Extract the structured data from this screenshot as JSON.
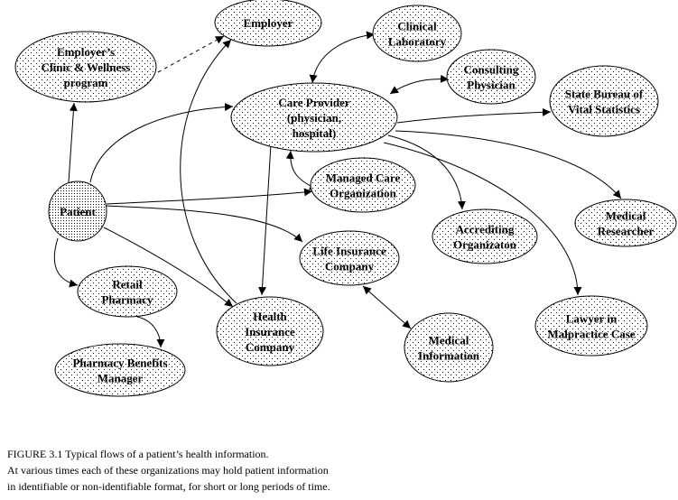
{
  "figure": {
    "nodes": [
      {
        "id": "employer-clinic",
        "lines": [
          "Employer’s",
          "Clinic & Wellness",
          "program"
        ]
      },
      {
        "id": "employer",
        "lines": [
          "Employer"
        ]
      },
      {
        "id": "clinical-lab",
        "lines": [
          "Clinical",
          "Laboratory"
        ]
      },
      {
        "id": "consulting-physician",
        "lines": [
          "Consulting",
          "Physician"
        ]
      },
      {
        "id": "state-bureau",
        "lines": [
          "State Bureau of",
          "Vital Statistics"
        ]
      },
      {
        "id": "care-provider",
        "lines": [
          "Care Provider",
          "(physician,",
          "hospital)"
        ]
      },
      {
        "id": "managed-care",
        "lines": [
          "Managed Care",
          "Organization"
        ]
      },
      {
        "id": "patient",
        "lines": [
          "Patient"
        ]
      },
      {
        "id": "accrediting",
        "lines": [
          "Accrediting",
          "Organizaton"
        ]
      },
      {
        "id": "medical-researcher",
        "lines": [
          "Medical",
          "Researcher"
        ]
      },
      {
        "id": "life-insurance",
        "lines": [
          "Life Insurance",
          "Company"
        ]
      },
      {
        "id": "retail-pharmacy",
        "lines": [
          "Retail",
          "Pharmacy"
        ]
      },
      {
        "id": "health-insurance",
        "lines": [
          "Health",
          "Insurance",
          "Company"
        ]
      },
      {
        "id": "medical-information",
        "lines": [
          "Medical",
          "Information"
        ]
      },
      {
        "id": "lawyer",
        "lines": [
          "Lawyer in",
          "Malpractice Case"
        ]
      },
      {
        "id": "pbm",
        "lines": [
          "Pharmacy Benefits",
          "Manager"
        ]
      }
    ],
    "edges": [
      {
        "from": "patient",
        "to": "employer-clinic",
        "style": "solid",
        "direction": "forward"
      },
      {
        "from": "employer-clinic",
        "to": "employer",
        "style": "dashed",
        "direction": "forward"
      },
      {
        "from": "patient",
        "to": "care-provider",
        "style": "solid",
        "direction": "forward"
      },
      {
        "from": "health-insurance",
        "to": "employer",
        "style": "solid",
        "direction": "forward"
      },
      {
        "from": "care-provider",
        "to": "clinical-lab",
        "style": "solid",
        "direction": "both"
      },
      {
        "from": "care-provider",
        "to": "consulting-physician",
        "style": "solid",
        "direction": "both"
      },
      {
        "from": "care-provider",
        "to": "state-bureau",
        "style": "solid",
        "direction": "forward"
      },
      {
        "from": "care-provider",
        "to": "managed-care",
        "style": "solid",
        "direction": "both"
      },
      {
        "from": "care-provider",
        "to": "health-insurance",
        "style": "solid",
        "direction": "forward"
      },
      {
        "from": "care-provider",
        "to": "accrediting",
        "style": "solid",
        "direction": "forward"
      },
      {
        "from": "care-provider",
        "to": "lawyer",
        "style": "solid",
        "direction": "forward"
      },
      {
        "from": "care-provider",
        "to": "medical-researcher",
        "style": "solid",
        "direction": "forward"
      },
      {
        "from": "patient",
        "to": "managed-care",
        "style": "solid",
        "direction": "forward"
      },
      {
        "from": "patient",
        "to": "life-insurance",
        "style": "solid",
        "direction": "forward"
      },
      {
        "from": "patient",
        "to": "health-insurance",
        "style": "solid",
        "direction": "forward"
      },
      {
        "from": "patient",
        "to": "retail-pharmacy",
        "style": "solid",
        "direction": "forward"
      },
      {
        "from": "retail-pharmacy",
        "to": "pbm",
        "style": "solid",
        "direction": "forward"
      },
      {
        "from": "life-insurance",
        "to": "medical-information",
        "style": "solid",
        "direction": "both"
      }
    ]
  },
  "caption": {
    "line1": "FIGURE 3.1  Typical flows of a patient’s health information.",
    "line2": "At various times each of these organizations may hold patient  information",
    "line3": "in identifiable or non-identifiable format, for short or long periods of time."
  }
}
